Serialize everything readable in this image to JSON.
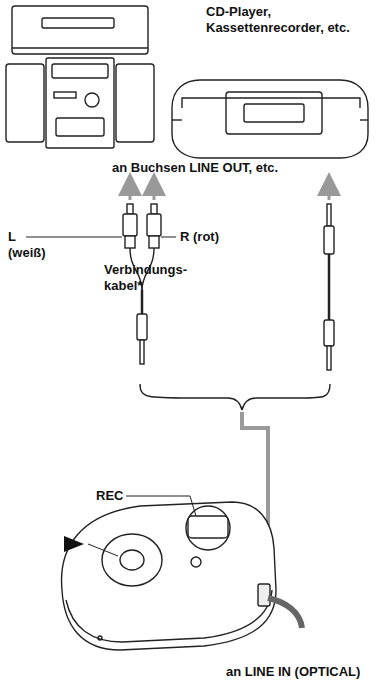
{
  "diagram": {
    "labels": [
      "CD-Player, Kassettenrecorder, etc.",
      "an Buchsen LINE OUT, etc.",
      "L (weiß)",
      "R (rot)",
      "Verbindungs- kabel*",
      "REC",
      "an LINE IN (OPTICAL)"
    ]
  }
}
